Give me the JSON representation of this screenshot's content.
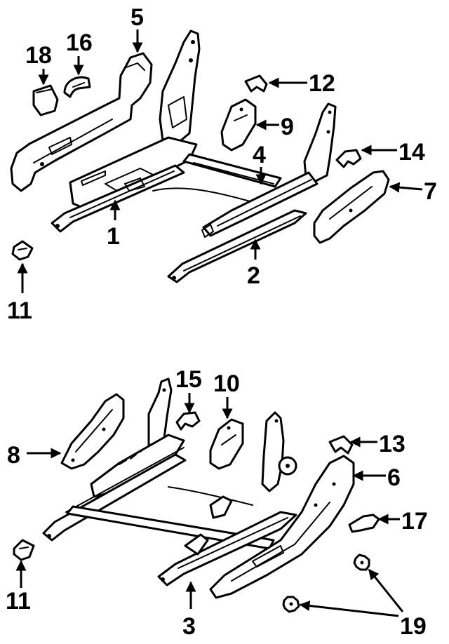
{
  "diagram": {
    "accent_color": "#000000",
    "background_color": "#ffffff",
    "upper_assembly": {
      "callouts": [
        "1",
        "2",
        "4",
        "5",
        "7",
        "9",
        "11",
        "12",
        "14",
        "16",
        "18"
      ]
    },
    "lower_assembly": {
      "callouts": [
        "3",
        "6",
        "8",
        "10",
        "11",
        "13",
        "15",
        "17",
        "19"
      ]
    },
    "labels": {
      "c1": "1",
      "c2": "2",
      "c3": "3",
      "c4": "4",
      "c5": "5",
      "c6": "6",
      "c7": "7",
      "c8": "8",
      "c9": "9",
      "c10": "10",
      "c11a": "11",
      "c11b": "11",
      "c12": "12",
      "c13": "13",
      "c14": "14",
      "c15": "15",
      "c16": "16",
      "c17": "17",
      "c18": "18",
      "c19": "19"
    }
  }
}
